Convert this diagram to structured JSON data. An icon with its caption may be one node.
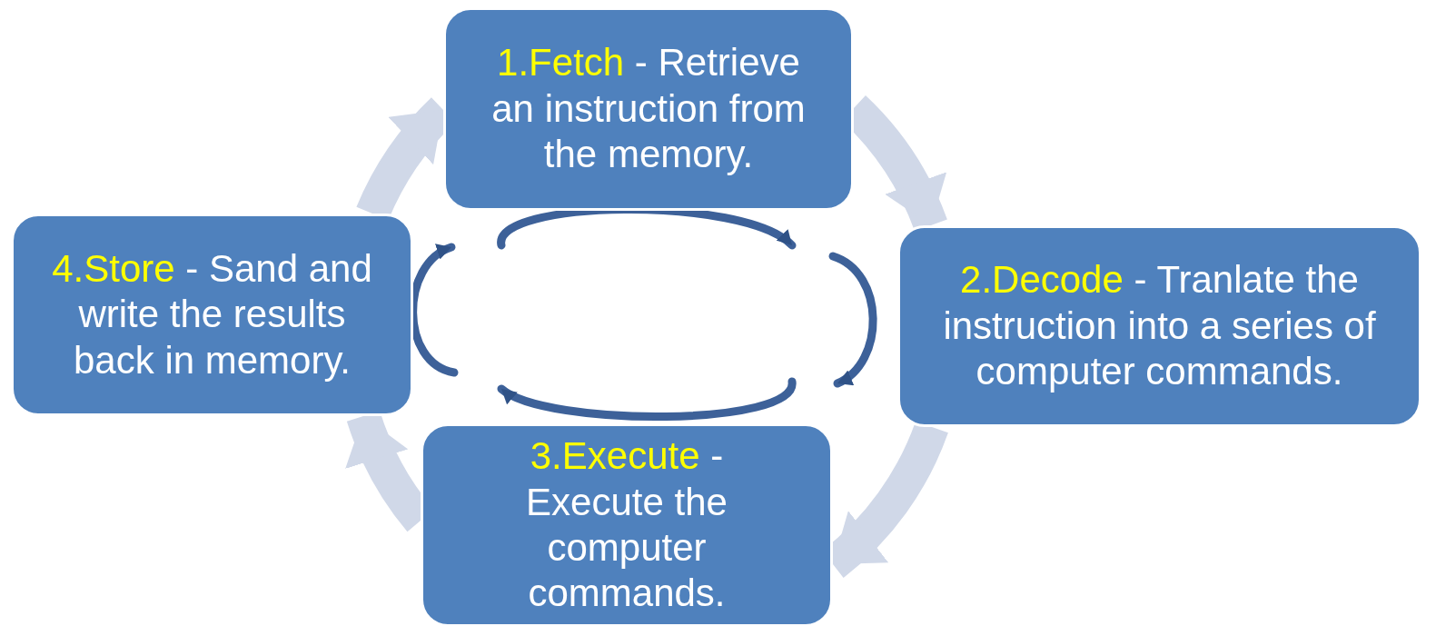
{
  "diagram": {
    "nodes": [
      {
        "text": [
          "1.Fetch",
          "- Retrieve an instruction from the memory."
        ]
      },
      {
        "text": [
          "2.Decode",
          "- Tranlate the instruction into a series of computer commands."
        ]
      },
      {
        "text": [
          "3.Execute",
          "- Execute the computer commands."
        ]
      },
      {
        "text": [
          "4.Store",
          "- Sand and write the results back in memory."
        ]
      }
    ],
    "edges": [
      {
        "from": 0,
        "to": 1,
        "arrow": "to"
      },
      {
        "from": 1,
        "to": 2,
        "arrow": "to"
      },
      {
        "from": 2,
        "to": 3,
        "arrow": "to"
      },
      {
        "from": 3,
        "to": 0,
        "arrow": "to"
      }
    ]
  }
}
